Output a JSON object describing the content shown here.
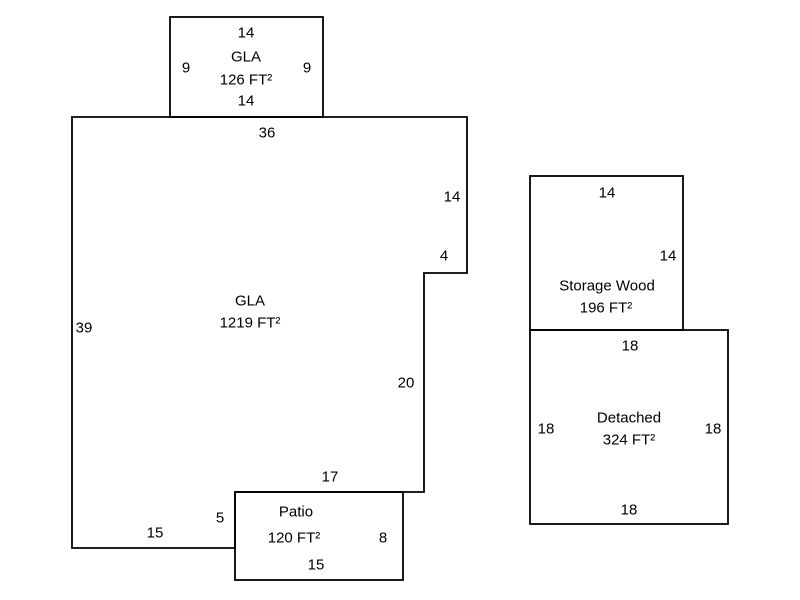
{
  "diagram": {
    "background_color": "#ffffff",
    "line_color": "#000000",
    "text_color": "#000000",
    "shapes": {
      "porch": {
        "name": "GLA",
        "area": "126 FT²",
        "dim_top": "14",
        "dim_left": "9",
        "dim_right": "9",
        "dim_bottom": "14"
      },
      "main": {
        "name": "GLA",
        "area": "1219 FT²",
        "dim_top": "36",
        "dim_left": "39",
        "dim_right_upper": "14",
        "dim_step": "4",
        "dim_right_lower": "20",
        "dim_bottom_inner": "17",
        "dim_patio_left": "5",
        "dim_bottom": "15"
      },
      "patio": {
        "name": "Patio",
        "area": "120 FT²",
        "dim_right": "8",
        "dim_bottom": "15"
      },
      "storage": {
        "name": "Storage Wood",
        "area": "196 FT²",
        "dim_top": "14",
        "dim_right": "14"
      },
      "detached": {
        "name": "Detached",
        "area": "324 FT²",
        "dim_top": "18",
        "dim_left": "18",
        "dim_right": "18",
        "dim_bottom": "18"
      }
    }
  }
}
